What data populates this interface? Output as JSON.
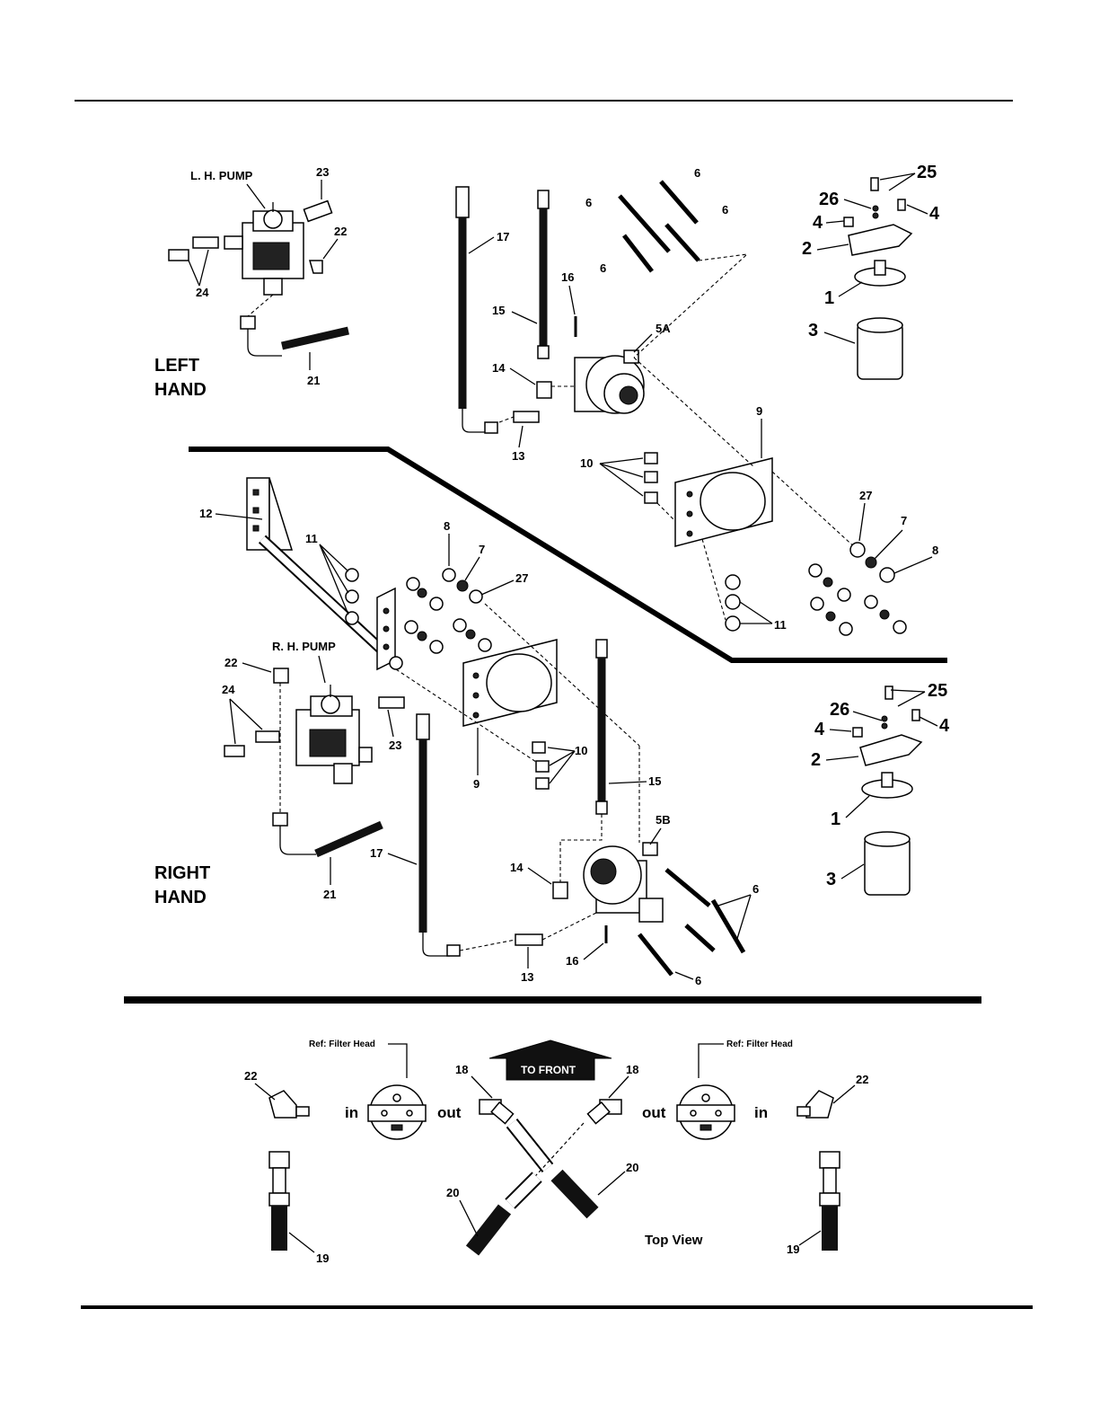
{
  "labels": {
    "lh_pump": "L. H. PUMP",
    "rh_pump": "R. H. PUMP",
    "left": "LEFT",
    "right": "RIGHT",
    "hand": "HAND",
    "ref_filter_head": "Ref: Filter Head",
    "to_front": "TO FRONT",
    "top_view": "Top View",
    "in": "in",
    "out": "out"
  },
  "callouts": {
    "n1": "1",
    "n2": "2",
    "n3": "3",
    "n4": "4",
    "n5a": "5A",
    "n5b": "5B",
    "n6": "6",
    "n7": "7",
    "n8": "8",
    "n9": "9",
    "n10": "10",
    "n11": "11",
    "n12": "12",
    "n13": "13",
    "n14": "14",
    "n15": "15",
    "n16": "16",
    "n17": "17",
    "n18": "18",
    "n19": "19",
    "n20": "20",
    "n21": "21",
    "n22": "22",
    "n23": "23",
    "n24": "24",
    "n25": "25",
    "n26": "26",
    "n27": "27"
  }
}
